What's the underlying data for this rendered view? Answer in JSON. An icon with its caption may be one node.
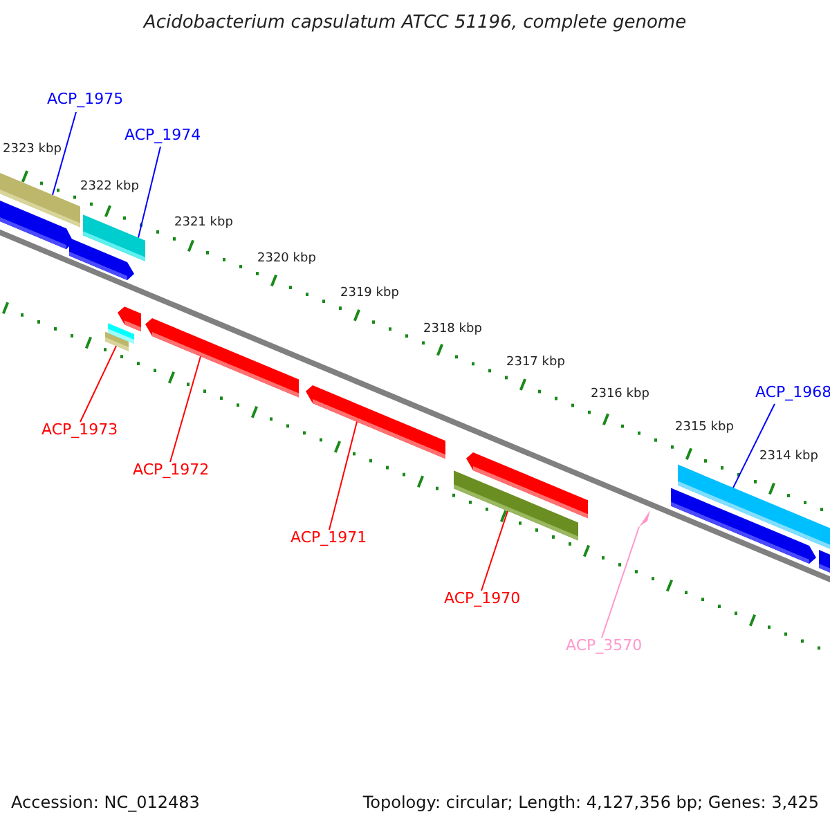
{
  "diagram": {
    "title": "Acidobacterium capsulatum ATCC 51196, complete genome",
    "nodes": [
      {
        "text": [
          "ACP_1975"
        ]
      },
      {
        "text": [
          "ACP_1974"
        ]
      },
      {
        "text": [
          "ACP_1968"
        ]
      },
      {
        "text": [
          "ACP_1973"
        ]
      },
      {
        "text": [
          "ACP_1972"
        ]
      },
      {
        "text": [
          "ACP_1971"
        ]
      },
      {
        "text": [
          "ACP_1970"
        ]
      },
      {
        "text": [
          "ACP_3570"
        ]
      },
      {
        "text": [],
        "shape": "bar"
      },
      {
        "text": [],
        "shape": "bar"
      },
      {
        "text": [],
        "shape": "bar"
      },
      {
        "text": [],
        "shape": "bar"
      },
      {
        "text": [],
        "shape": "bar"
      },
      {
        "text": [],
        "shape": "bar"
      },
      {
        "text": [],
        "shape": "bar"
      },
      {
        "text": [],
        "shape": "bar"
      },
      {
        "text": [],
        "shape": "bar"
      },
      {
        "text": [],
        "shape": "bar"
      },
      {
        "text": [],
        "shape": "bar"
      },
      {
        "text": [],
        "shape": "triangle"
      },
      {
        "text": [],
        "shape": "bar"
      },
      {
        "text": [],
        "shape": "bar"
      },
      {
        "text": [],
        "shape": "bar"
      }
    ],
    "edges": [
      {
        "from": 0,
        "to": 8,
        "arrow": "none",
        "color": "#0000ff"
      },
      {
        "from": 1,
        "to": 11,
        "arrow": "none",
        "color": "#0000ff"
      },
      {
        "from": 2,
        "to": 21,
        "arrow": "none",
        "color": "#0000ff"
      },
      {
        "from": 3,
        "to": 12,
        "arrow": "none"
      },
      {
        "from": 4,
        "to": 15,
        "arrow": "none"
      },
      {
        "from": 5,
        "to": 16,
        "arrow": "none"
      },
      {
        "from": 6,
        "to": 17,
        "arrow": "none"
      },
      {
        "from": 7,
        "to": 19,
        "arrow": "none",
        "color": "#ff99cc"
      }
    ],
    "labels": [
      "2323 kbp",
      "2322 kbp",
      "2321 kbp",
      "2320 kbp",
      "2319 kbp",
      "2318 kbp",
      "2317 kbp",
      "2316 kbp",
      "2315 kbp",
      "2314 kbp",
      "Accession: NC_012483",
      "Topology: circular; Length: 4,127,356 bp; Genes: 3,425"
    ]
  }
}
